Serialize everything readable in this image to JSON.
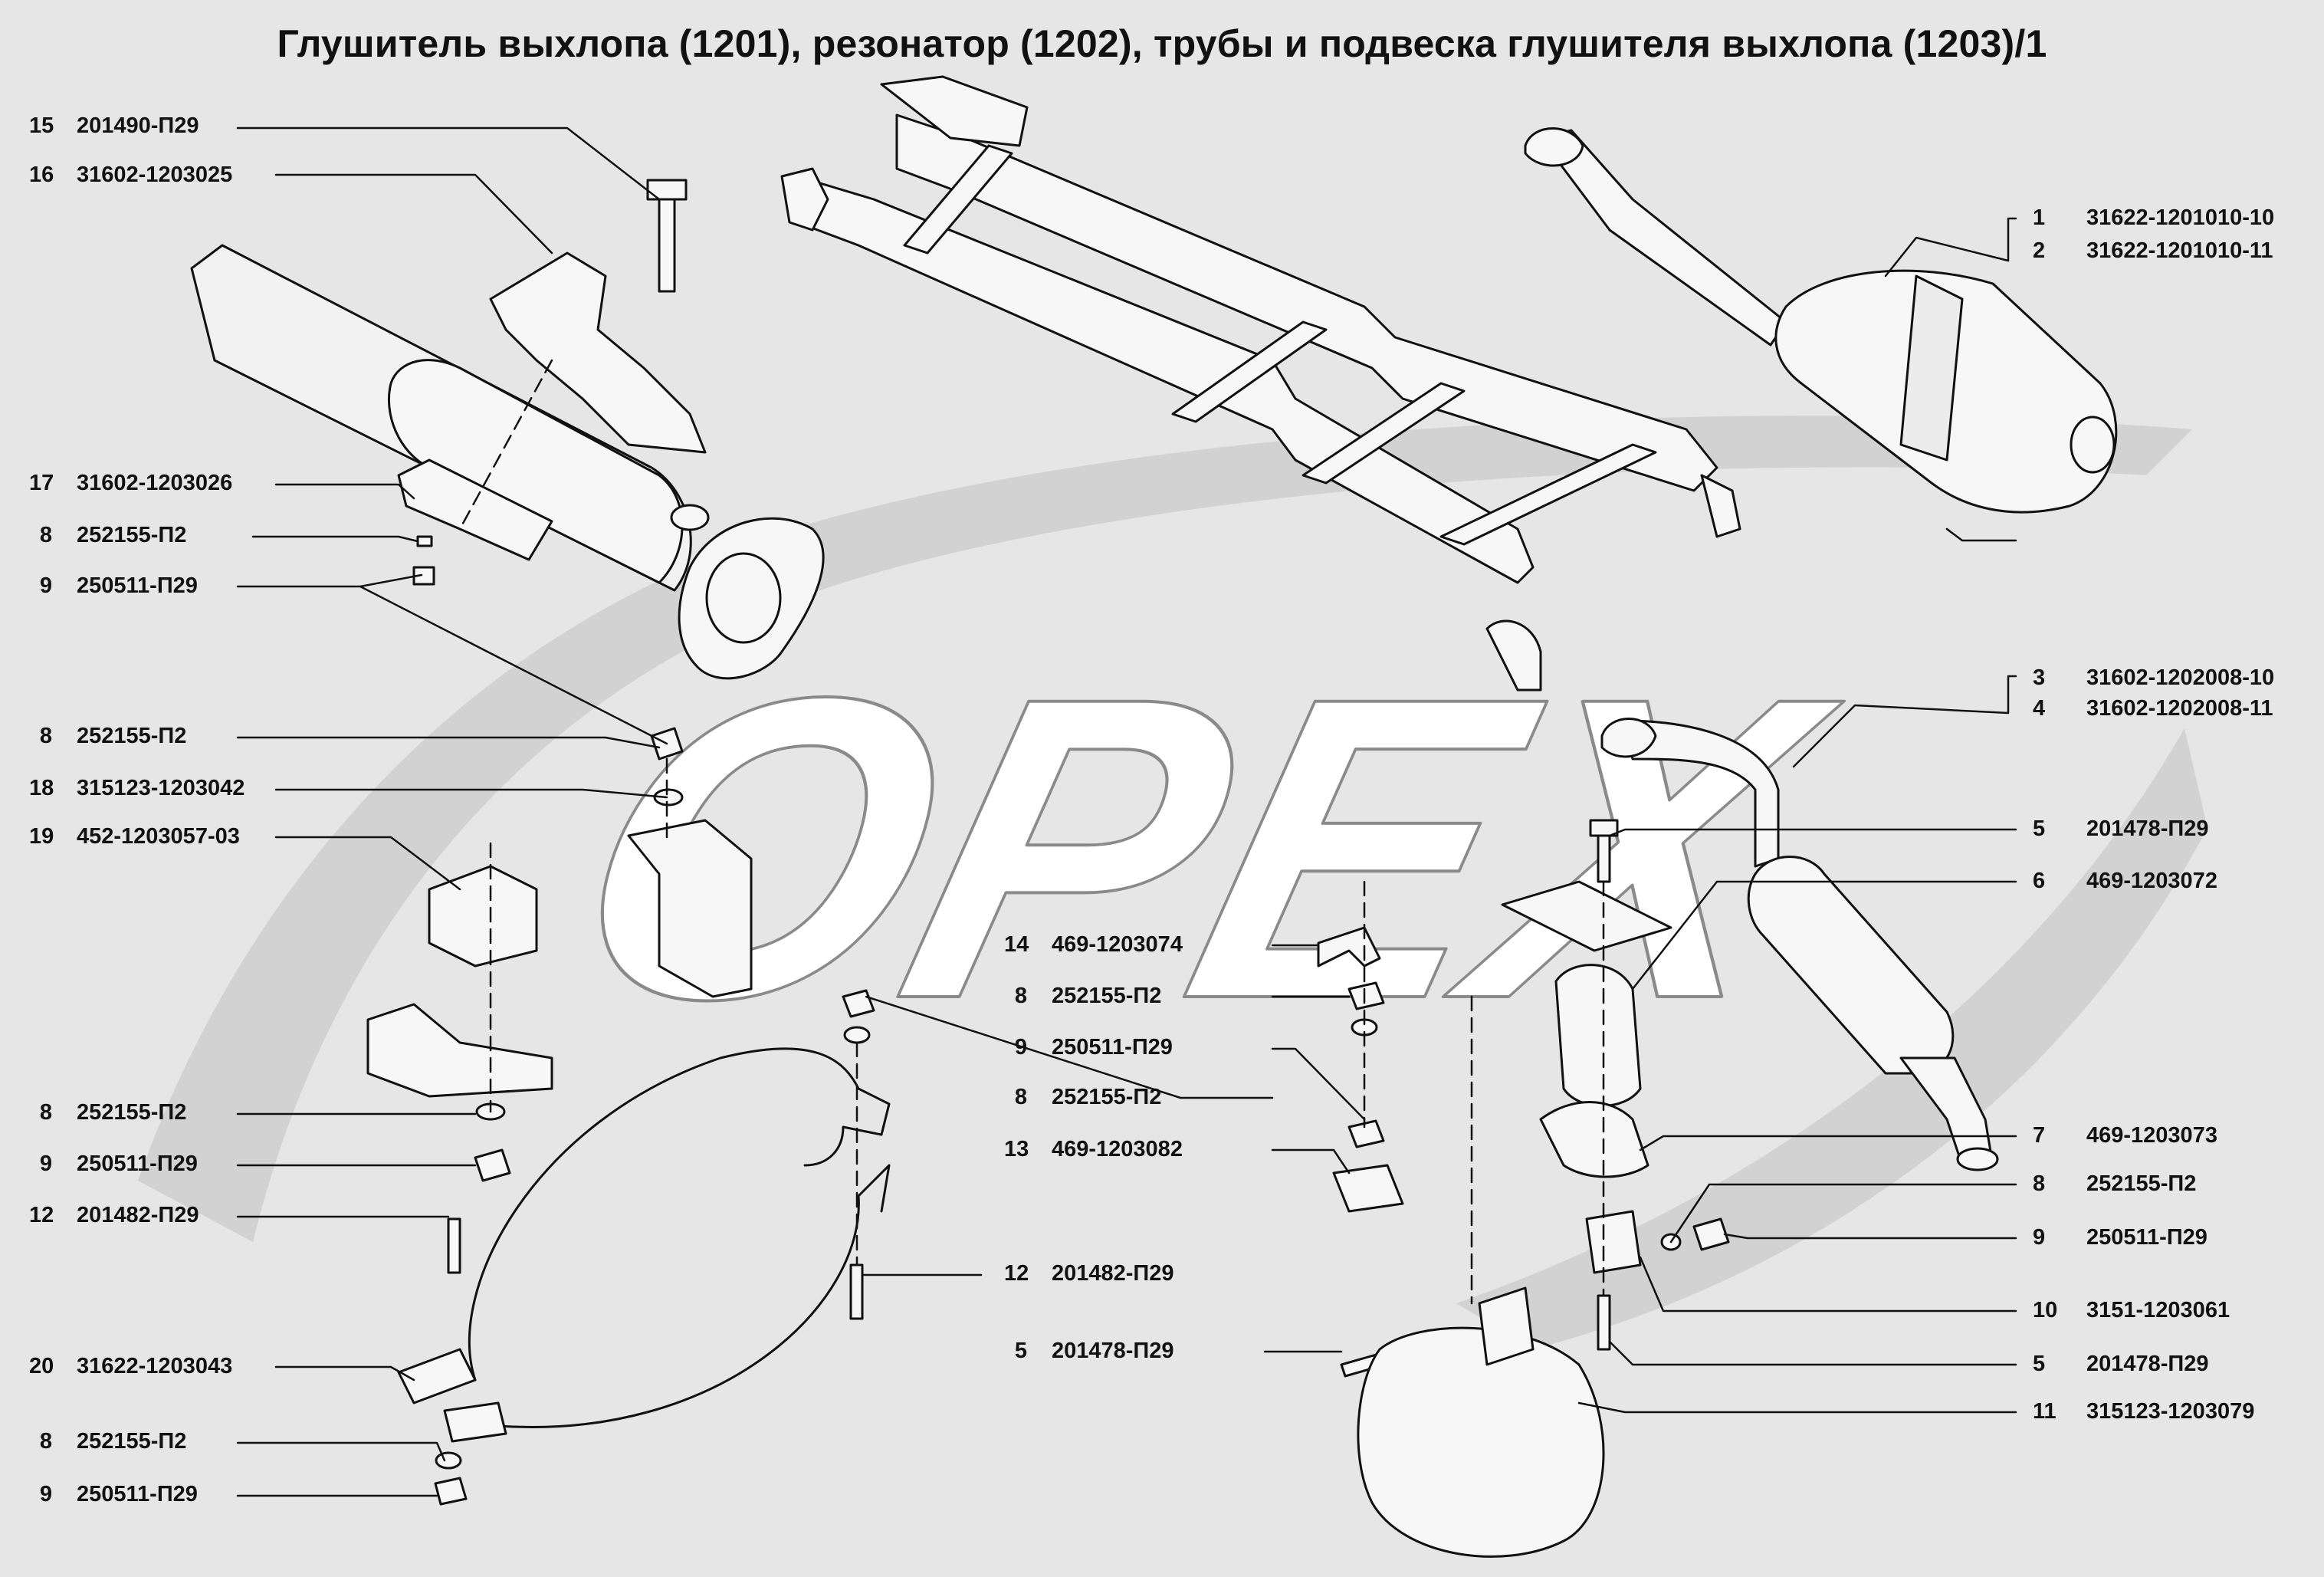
{
  "title": "Глушитель выхлопа (1201), резонатор (1202), трубы и подвеска глушителя выхлопа (1203)/1",
  "watermark": "OPEX",
  "colors": {
    "background": "#e6e6e6",
    "line": "#111111",
    "part_fill": "#f7f7f7",
    "watermark": "#d2d2d2"
  },
  "labels": [
    {
      "id": "l15",
      "num": "15",
      "code": "201490-П29"
    },
    {
      "id": "l16",
      "num": "16",
      "code": "31602-1203025"
    },
    {
      "id": "l17",
      "num": "17",
      "code": "31602-1203026"
    },
    {
      "id": "l8a",
      "num": "8",
      "code": "252155-П2"
    },
    {
      "id": "l9a",
      "num": "9",
      "code": "250511-П29"
    },
    {
      "id": "l8b",
      "num": "8",
      "code": "252155-П2"
    },
    {
      "id": "l18",
      "num": "18",
      "code": "315123-1203042"
    },
    {
      "id": "l19",
      "num": "19",
      "code": "452-1203057-03"
    },
    {
      "id": "l8c",
      "num": "8",
      "code": "252155-П2"
    },
    {
      "id": "l9b",
      "num": "9",
      "code": "250511-П29"
    },
    {
      "id": "l12a",
      "num": "12",
      "code": "201482-П29"
    },
    {
      "id": "l20",
      "num": "20",
      "code": "31622-1203043"
    },
    {
      "id": "l8d",
      "num": "8",
      "code": "252155-П2"
    },
    {
      "id": "l9c",
      "num": "9",
      "code": "250511-П29"
    },
    {
      "id": "l1",
      "num": "1",
      "code": "31622-1201010-10"
    },
    {
      "id": "l2",
      "num": "2",
      "code": "31622-1201010-11"
    },
    {
      "id": "l3",
      "num": "3",
      "code": "31602-1202008-10"
    },
    {
      "id": "l4",
      "num": "4",
      "code": "31602-1202008-11"
    },
    {
      "id": "l5a",
      "num": "5",
      "code": "201478-П29"
    },
    {
      "id": "l6",
      "num": "6",
      "code": "469-1203072"
    },
    {
      "id": "l14",
      "num": "14",
      "code": "469-1203074"
    },
    {
      "id": "l8e",
      "num": "8",
      "code": "252155-П2"
    },
    {
      "id": "l9d",
      "num": "9",
      "code": "250511-П29"
    },
    {
      "id": "l8f",
      "num": "8",
      "code": "252155-П2"
    },
    {
      "id": "l13",
      "num": "13",
      "code": "469-1203082"
    },
    {
      "id": "l12b",
      "num": "12",
      "code": "201482-П29"
    },
    {
      "id": "l5b",
      "num": "5",
      "code": "201478-П29"
    },
    {
      "id": "l7",
      "num": "7",
      "code": "469-1203073"
    },
    {
      "id": "l8g",
      "num": "8",
      "code": "252155-П2"
    },
    {
      "id": "l9e",
      "num": "9",
      "code": "250511-П29"
    },
    {
      "id": "l10",
      "num": "10",
      "code": "3151-1203061"
    },
    {
      "id": "l5c",
      "num": "5",
      "code": "201478-П29"
    },
    {
      "id": "l11",
      "num": "11",
      "code": "315123-1203079"
    }
  ]
}
